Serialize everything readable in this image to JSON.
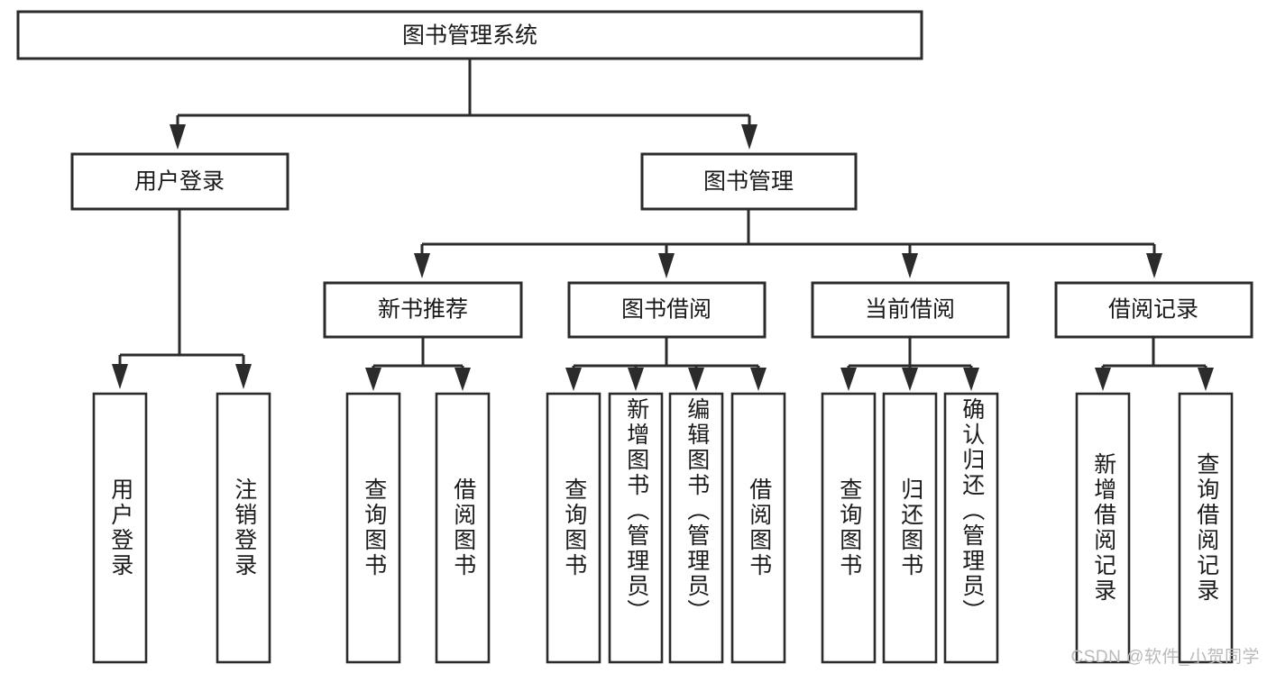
{
  "diagram": {
    "type": "tree-hierarchy",
    "title": "图书管理系统",
    "watermark": "CSDN @软件_小贺同学",
    "colors": {
      "box_stroke": "#2b2b2b",
      "box_fill": "#ffffff",
      "text": "#1a1a1a",
      "background": "#ffffff",
      "watermark": "#b9b9b9"
    },
    "root": {
      "label": "图书管理系统"
    },
    "level2": [
      {
        "label": "用户登录"
      },
      {
        "label": "图书管理"
      }
    ],
    "level3": [
      {
        "label": "新书推荐"
      },
      {
        "label": "图书借阅"
      },
      {
        "label": "当前借阅"
      },
      {
        "label": "借阅记录"
      }
    ],
    "leaves": {
      "user_login": [
        {
          "label": "用户登录"
        },
        {
          "label": "注销登录"
        }
      ],
      "new_book_recommend": [
        {
          "label": "查询图书"
        },
        {
          "label": "借阅图书"
        }
      ],
      "book_borrow": [
        {
          "label": "查询图书"
        },
        {
          "label": "新增图书（管理员）"
        },
        {
          "label": "编辑图书（管理员）"
        },
        {
          "label": "借阅图书"
        }
      ],
      "current_borrow": [
        {
          "label": "查询图书"
        },
        {
          "label": "归还图书"
        },
        {
          "label": "确认归还（管理员）"
        }
      ],
      "borrow_record": [
        {
          "label": "新增借阅记录"
        },
        {
          "label": "查询借阅记录"
        }
      ]
    }
  }
}
